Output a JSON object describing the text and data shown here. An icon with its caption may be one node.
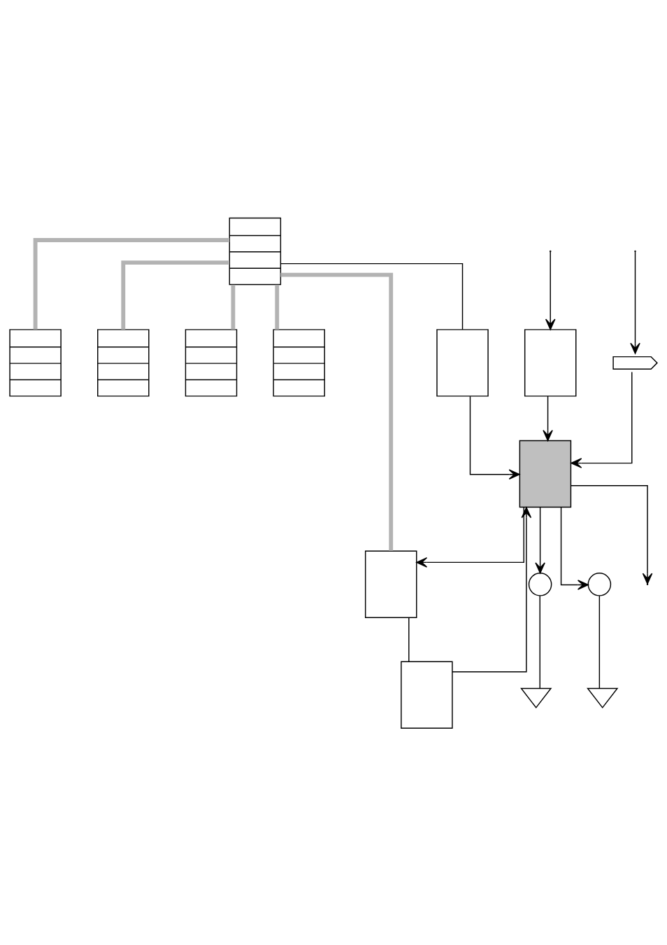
{
  "diagram": {
    "nodes": [
      {
        "text": [],
        "shape": "box"
      },
      {
        "text": [],
        "shape": "box"
      },
      {
        "text": [],
        "shape": "box"
      },
      {
        "text": [],
        "shape": "box"
      },
      {
        "text": [],
        "shape": "box"
      },
      {
        "text": [],
        "shape": "box"
      },
      {
        "text": [],
        "shape": "box"
      },
      {
        "text": [],
        "shape": "box"
      },
      {
        "text": [],
        "shape": "box"
      },
      {
        "text": [],
        "shape": "switch"
      },
      {
        "text": [],
        "shape": "box"
      },
      {
        "text": [],
        "shape": "circle"
      },
      {
        "text": [],
        "shape": "triangle"
      },
      {
        "text": [],
        "shape": "circle"
      },
      {
        "text": [],
        "shape": "triangle"
      }
    ],
    "edges": [
      {
        "from": 0,
        "to": 1,
        "arrow": "none",
        "style": "thick",
        "color": "#b3b3b3"
      },
      {
        "from": 0,
        "to": 2,
        "arrow": "none",
        "style": "thick",
        "color": "#b3b3b3"
      },
      {
        "from": 0,
        "to": 3,
        "arrow": "none",
        "style": "thick",
        "color": "#b3b3b3"
      },
      {
        "from": 0,
        "to": 4,
        "arrow": "none",
        "style": "thick",
        "color": "#b3b3b3"
      },
      {
        "from": 0,
        "to": 5,
        "arrow": "none"
      },
      {
        "from": 5,
        "to": 10,
        "arrow": "to"
      },
      {
        "from": 0,
        "to": 6,
        "arrow": "none",
        "style": "thick",
        "color": "#b3b3b3"
      },
      {
        "from": 6,
        "to": 7,
        "arrow": "none"
      },
      {
        "from": 7,
        "to": 10,
        "arrow": "to"
      },
      {
        "from": 10,
        "to": 6,
        "arrow": "to"
      },
      {
        "from": null,
        "to": 8,
        "arrow": "to"
      },
      {
        "from": 8,
        "to": 10,
        "arrow": "to"
      },
      {
        "from": null,
        "to": 9,
        "arrow": "to"
      },
      {
        "from": 9,
        "to": 10,
        "arrow": "to"
      },
      {
        "from": 10,
        "to": null,
        "arrow": "to"
      },
      {
        "from": 10,
        "to": 11,
        "arrow": "to"
      },
      {
        "from": 11,
        "to": 12,
        "arrow": "none"
      },
      {
        "from": 10,
        "to": 13,
        "arrow": "to"
      },
      {
        "from": 13,
        "to": 14,
        "arrow": "none"
      }
    ]
  }
}
